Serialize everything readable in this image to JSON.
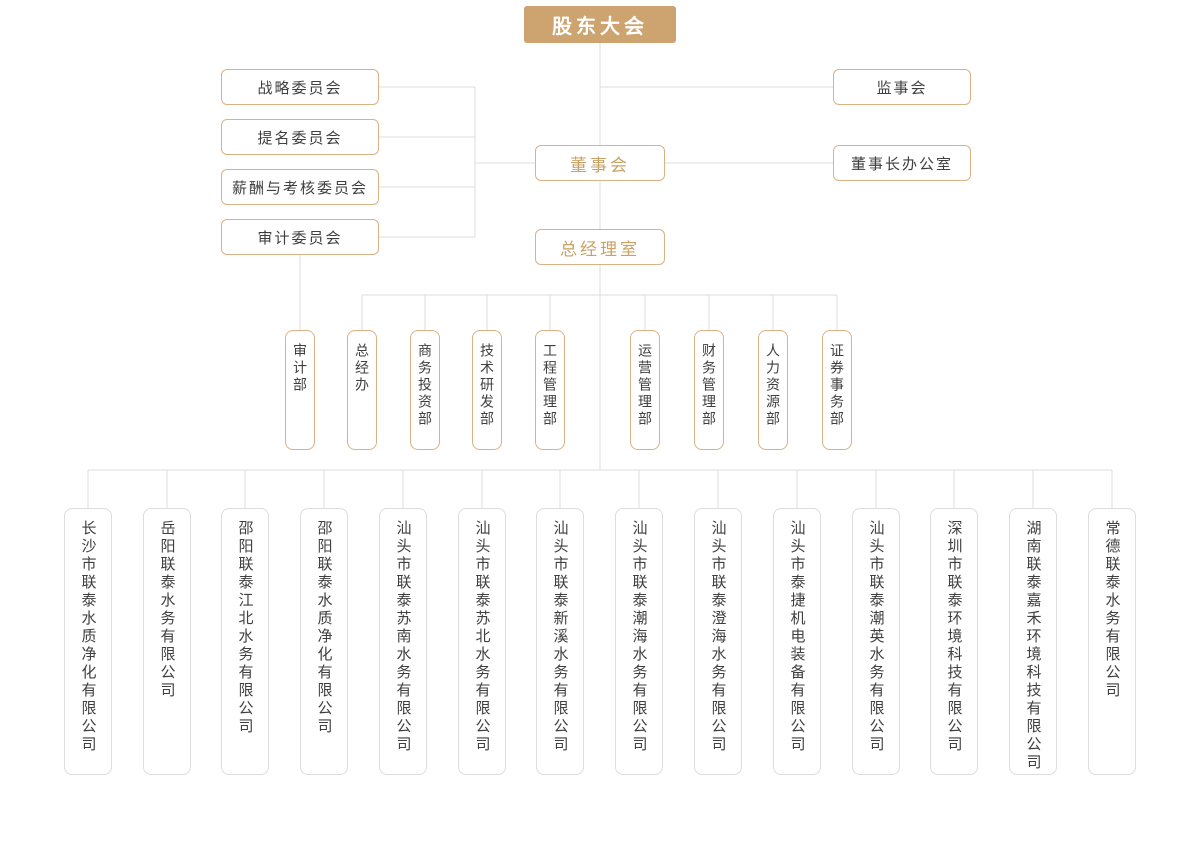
{
  "chart": {
    "root": {
      "label": "股东大会"
    },
    "supervisory": {
      "label": "监事会"
    },
    "board": {
      "label": "董事会"
    },
    "chairman_office": {
      "label": "董事长办公室"
    },
    "gm_office": {
      "label": "总经理室"
    },
    "committees": [
      {
        "label": "战略委员会"
      },
      {
        "label": "提名委员会"
      },
      {
        "label": "薪酬与考核委员会"
      },
      {
        "label": "审计委员会"
      }
    ],
    "departments": [
      {
        "label": "审计部"
      },
      {
        "label": "总经办"
      },
      {
        "label": "商务投资部"
      },
      {
        "label": "技术研发部"
      },
      {
        "label": "工程管理部"
      },
      {
        "label": "运营管理部"
      },
      {
        "label": "财务管理部"
      },
      {
        "label": "人力资源部"
      },
      {
        "label": "证券事务部"
      }
    ],
    "subsidiaries": [
      {
        "label": "长沙市联泰水质净化有限公司"
      },
      {
        "label": "岳阳联泰水务有限公司"
      },
      {
        "label": "邵阳联泰江北水务有限公司"
      },
      {
        "label": "邵阳联泰水质净化有限公司"
      },
      {
        "label": "汕头市联泰苏南水务有限公司"
      },
      {
        "label": "汕头市联泰苏北水务有限公司"
      },
      {
        "label": "汕头市联泰新溪水务有限公司"
      },
      {
        "label": "汕头市联泰潮海水务有限公司"
      },
      {
        "label": "汕头市联泰澄海水务有限公司"
      },
      {
        "label": "汕头市泰捷机电装备有限公司"
      },
      {
        "label": "汕头市联泰潮英水务有限公司"
      },
      {
        "label": "深圳市联泰环境科技有限公司"
      },
      {
        "label": "湖南联泰嘉禾环境科技有限公司"
      },
      {
        "label": "常德联泰水务有限公司"
      }
    ],
    "colors": {
      "accent": "#CDA36F",
      "accent_border": "#D9B285",
      "line": "#DCDCDC",
      "text": "#3F3F3F",
      "gold_text": "#C8A164",
      "subsidiary_border": "#DCDCDC"
    }
  }
}
